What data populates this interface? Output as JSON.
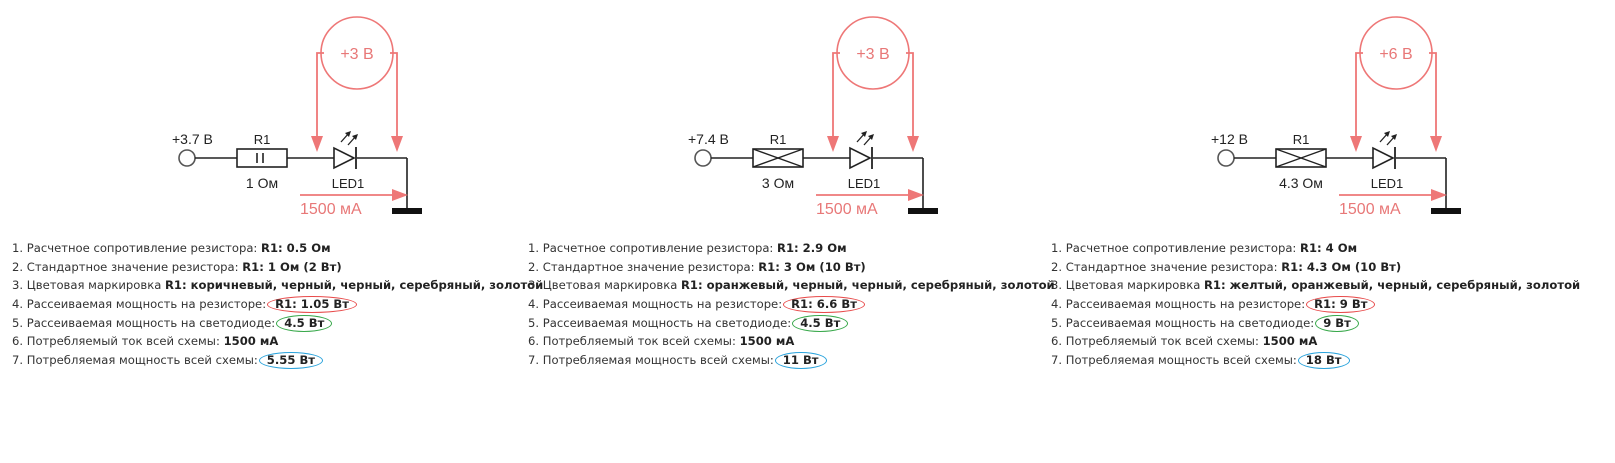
{
  "colors": {
    "wire": "#222222",
    "arrow": "#ee7777",
    "ground": "#111111",
    "ring_red": "#e84a4a",
    "ring_green": "#38a84a",
    "ring_blue": "#2aa3dc"
  },
  "circuits": [
    {
      "supply": "+3.7 В",
      "resistor_name": "R1",
      "resistor_value": "1 Ом",
      "resistor_symbol": "bars",
      "led_name": "LED1",
      "led_voltage": "+3 В",
      "current": "1500 мА",
      "list": {
        "l1_label": "1. Расчетное сопротивление резистора:",
        "l1_value": "R1: 0.5 Ом",
        "l2_label": "2. Стандартное значение резистора:",
        "l2_value": "R1: 1 Ом (2 Вт)",
        "l3_label": "3. Цветовая маркировка",
        "l3_value": "R1: коричневый, черный, черный, серебряный, золотой",
        "l4_label": "4. Рассеиваемая мощность на резисторе:",
        "l4_value": "R1: 1.05 Вт",
        "l5_label": "5. Рассеиваемая мощность на светодиоде:",
        "l5_value": "4.5 Вт",
        "l6_label": "6. Потребляемый ток всей схемы:",
        "l6_value": "1500 мА",
        "l7_label": "7. Потребляемая мощность всей схемы:",
        "l7_value": "5.55 Вт"
      }
    },
    {
      "supply": "+7.4 В",
      "resistor_name": "R1",
      "resistor_value": "3 Ом",
      "resistor_symbol": "cross",
      "led_name": "LED1",
      "led_voltage": "+3 В",
      "current": "1500 мА",
      "list": {
        "l1_label": "1. Расчетное сопротивление резистора:",
        "l1_value": "R1: 2.9 Ом",
        "l2_label": "2. Стандартное значение резистора:",
        "l2_value": "R1: 3 Ом (10 Вт)",
        "l3_label": "3. Цветовая маркировка",
        "l3_value": "R1: оранжевый, черный, черный, серебряный, золотой",
        "l4_label": "4. Рассеиваемая мощность на резисторе:",
        "l4_value": "R1: 6.6 Вт",
        "l5_label": "5. Рассеиваемая мощность на светодиоде:",
        "l5_value": "4.5 Вт",
        "l6_label": "6. Потребляемый ток всей схемы:",
        "l6_value": "1500 мА",
        "l7_label": "7. Потребляемая мощность всей схемы:",
        "l7_value": "11 Вт"
      }
    },
    {
      "supply": "+12 В",
      "resistor_name": "R1",
      "resistor_value": "4.3 Ом",
      "resistor_symbol": "cross",
      "led_name": "LED1",
      "led_voltage": "+6 В",
      "current": "1500 мА",
      "list": {
        "l1_label": "1. Расчетное сопротивление резистора:",
        "l1_value": "R1: 4 Ом",
        "l2_label": "2. Стандартное значение резистора:",
        "l2_value": "R1: 4.3 Ом (10 Вт)",
        "l3_label": "3. Цветовая маркировка",
        "l3_value": "R1: желтый, оранжевый, черный, серебряный, золотой",
        "l4_label": "4. Рассеиваемая мощность на резисторе:",
        "l4_value": "R1: 9 Вт",
        "l5_label": "5. Рассеиваемая мощность на светодиоде:",
        "l5_value": "9 Вт",
        "l6_label": "6. Потребляемый ток всей схемы:",
        "l6_value": "1500 мА",
        "l7_label": "7. Потребляемая мощность всей схемы:",
        "l7_value": "18 Вт"
      }
    }
  ]
}
